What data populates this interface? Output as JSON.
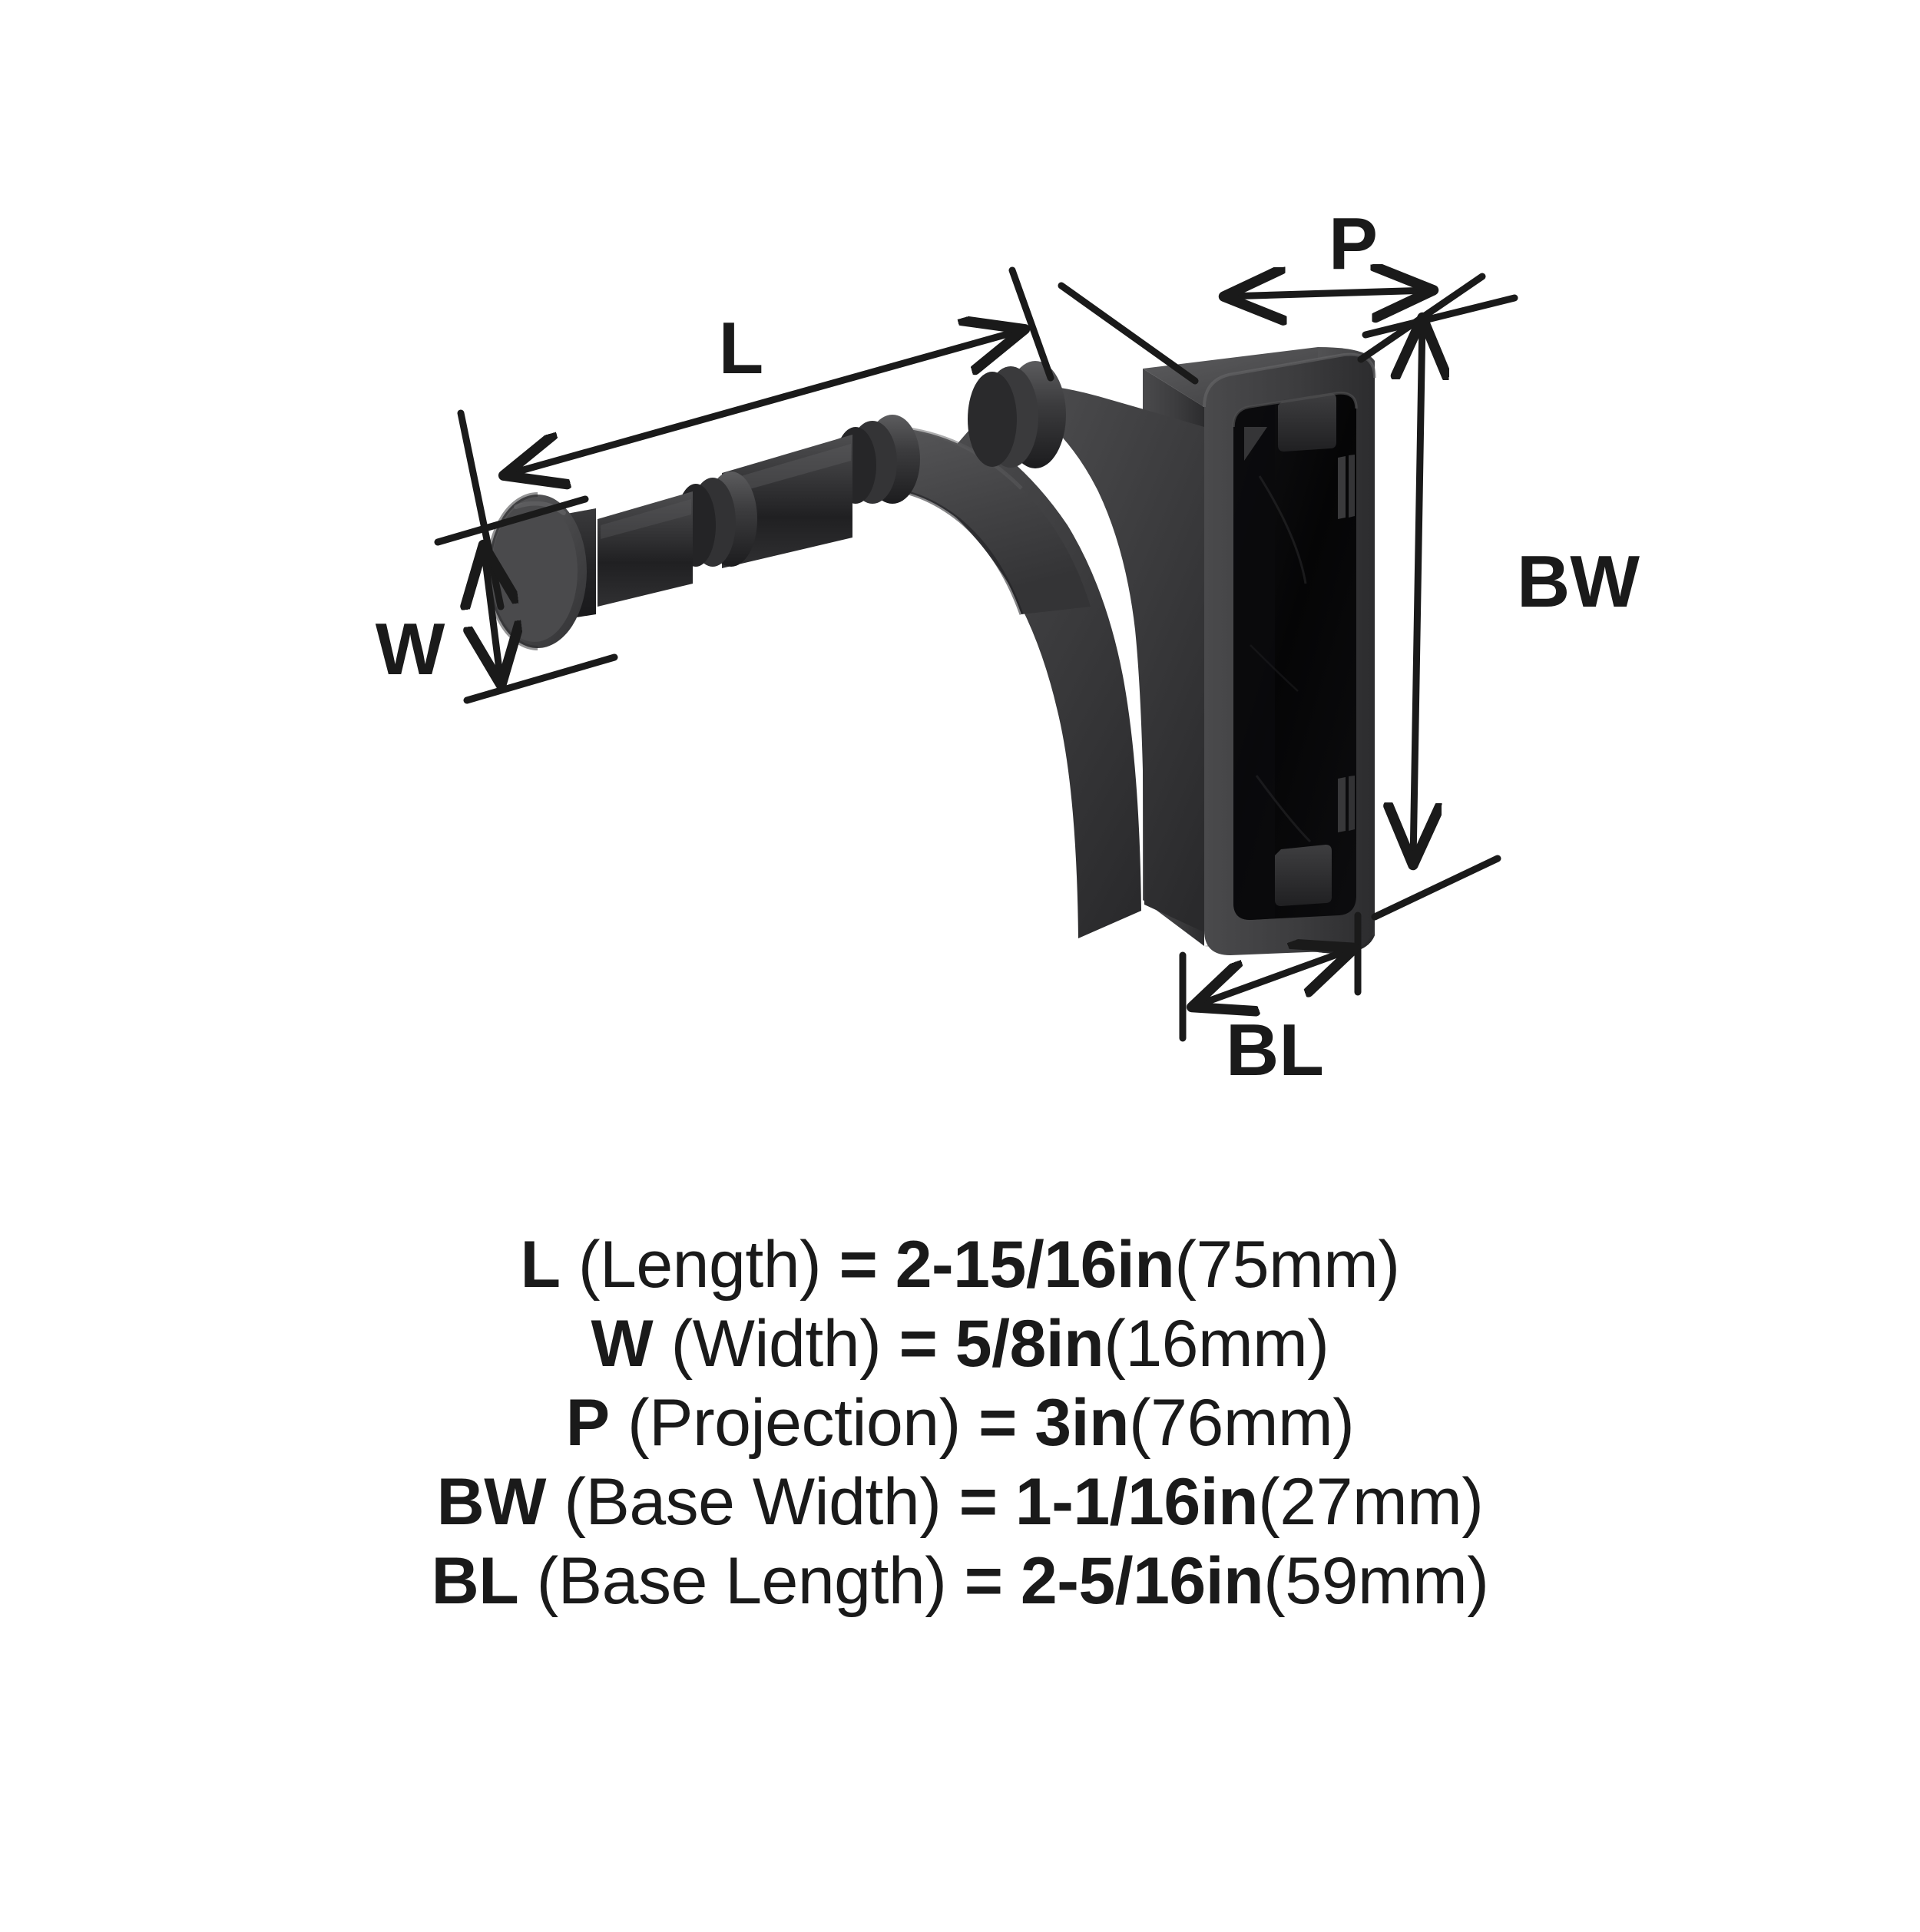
{
  "figure": {
    "title": "wall hook dimension diagram",
    "product": "matte black wall mounted hook",
    "finish_color": "#2e2e2e",
    "line_color": "#1a1a1a",
    "background_color": "#ffffff",
    "callouts": [
      {
        "id": "L",
        "label": "L",
        "orientation": "diagonal-top-left"
      },
      {
        "id": "W",
        "label": "W",
        "orientation": "vertical-left"
      },
      {
        "id": "P",
        "label": "P",
        "orientation": "horizontal-top-right"
      },
      {
        "id": "BW",
        "label": "BW",
        "orientation": "vertical-right"
      },
      {
        "id": "BL",
        "label": "BL",
        "orientation": "horizontal-bottom-right"
      }
    ]
  },
  "legend": {
    "rows": [
      {
        "code": "L",
        "desc": " (Length)",
        "eq": " = ",
        "value": "2-15/16in",
        "metric": "(75mm)"
      },
      {
        "code": "W",
        "desc": " (Width)",
        "eq": " = ",
        "value": "5/8in",
        "metric": "(16mm)"
      },
      {
        "code": "P",
        "desc": " (Projection)",
        "eq": " = ",
        "value": "3in",
        "metric": "(76mm)"
      },
      {
        "code": "BW",
        "desc": " (Base Width)",
        "eq": " = ",
        "value": "1-1/16in",
        "metric": "(27mm)"
      },
      {
        "code": "BL",
        "desc": " (Base Length)",
        "eq": " = ",
        "value": "2-5/16in",
        "metric": "(59mm)"
      }
    ]
  }
}
